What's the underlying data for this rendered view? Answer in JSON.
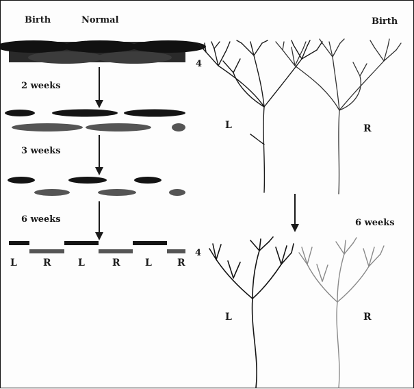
{
  "header": {
    "birth_left": "Birth",
    "normal": "Normal",
    "birth_right": "Birth"
  },
  "stages": {
    "week2": "2 weeks",
    "week3": "3 weeks",
    "week6": "6 weeks",
    "week6_right": "6 weeks"
  },
  "layer_marker": {
    "top": "4",
    "bottom": "4"
  },
  "eye_labels": {
    "bottom_row": [
      "L",
      "R",
      "L",
      "R",
      "L",
      "R"
    ],
    "tree_birth_left": "L",
    "tree_birth_right": "R",
    "tree_6w_left": "L",
    "tree_6w_right": "R"
  },
  "colors": {
    "left_eye": "#141414",
    "right_eye": "#555555",
    "line": "#1a1a1a",
    "tree_right_6w": "#8a8a8a"
  }
}
